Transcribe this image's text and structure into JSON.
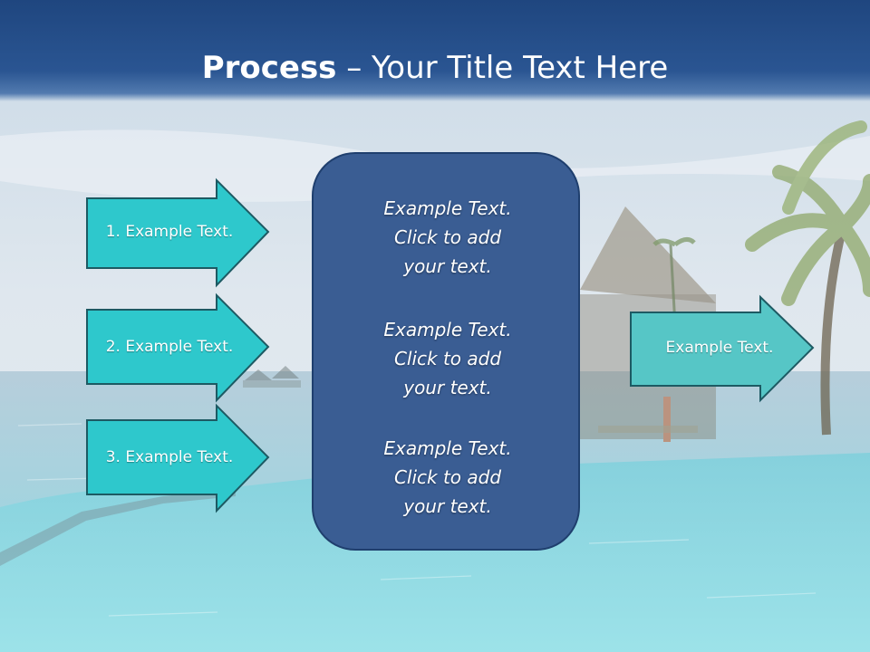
{
  "title": {
    "bold": "Process",
    "rest": " – Your Title Text Here"
  },
  "left_arrows": [
    {
      "label": "1. Example Text."
    },
    {
      "label": "2. Example Text."
    },
    {
      "label": "3. Example Text."
    }
  ],
  "center_box": {
    "paragraphs": [
      {
        "lines": [
          "Example Text.",
          "Click  to add",
          "your text."
        ]
      },
      {
        "lines": [
          "Example Text.",
          "Click  to add",
          "your text."
        ]
      },
      {
        "lines": [
          "Example Text.",
          "Click  to add",
          "your text."
        ]
      }
    ]
  },
  "right_arrow": {
    "label": "Example Text."
  },
  "colors": {
    "header": "#1f467f",
    "left_arrow_fill": "#2ec8cc",
    "right_arrow_fill": "#56c6c6",
    "arrow_stroke": "#1d5a63",
    "center_box_fill": "#3a5d93"
  }
}
